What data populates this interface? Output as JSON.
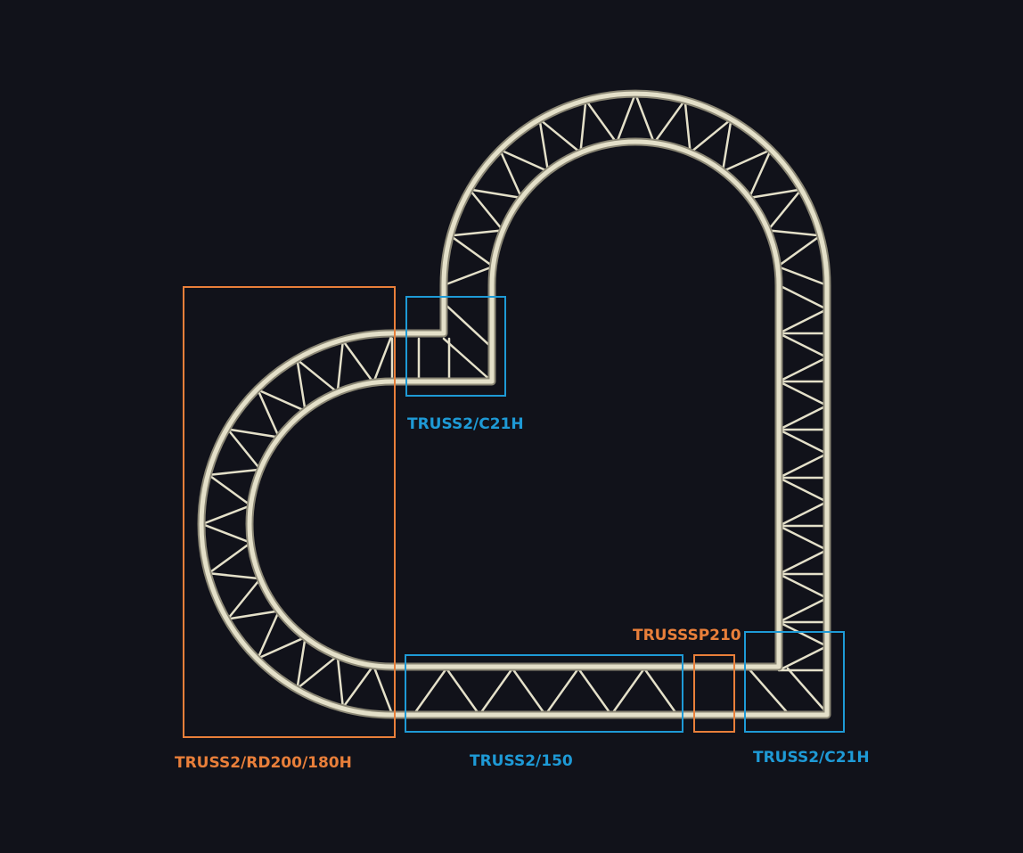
{
  "diagram": {
    "title": "",
    "colors": {
      "background": "#11121a",
      "truss": "#e4e0c9",
      "truss_shadow": "#8b8775",
      "orange": "#e97f3a",
      "blue": "#1e9ad6"
    },
    "labels": {
      "corner_top": "TRUSS2/C21H",
      "round": "TRUSS2/RD200/180H",
      "straight": "TRUSS2/150",
      "spacer": "TRUSSSP210",
      "corner_bottom": "TRUSS2/C21H"
    }
  }
}
